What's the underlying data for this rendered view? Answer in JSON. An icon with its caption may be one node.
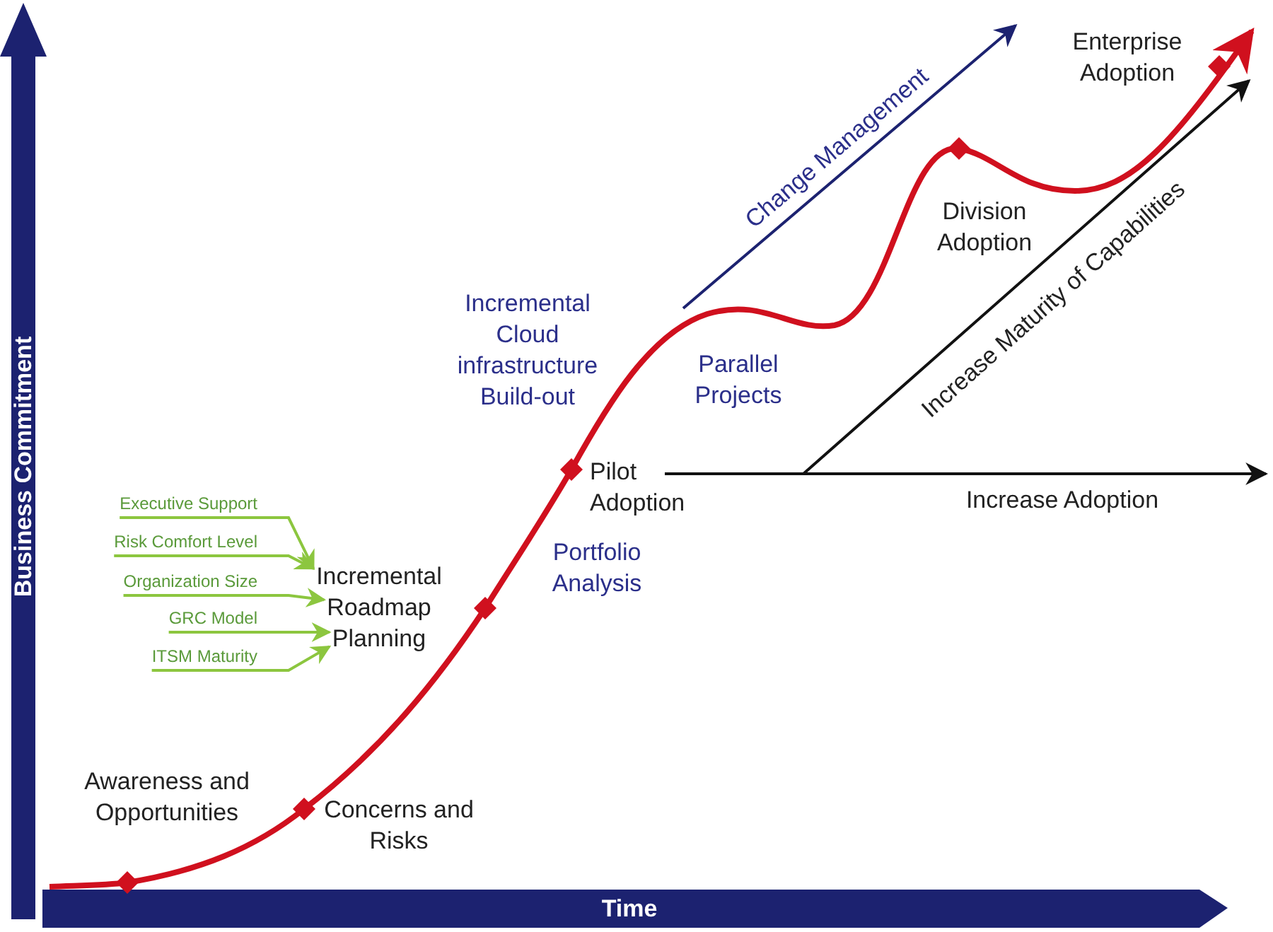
{
  "diagram": {
    "nodes": [
      {
        "text": [
          "Executive Support"
        ]
      },
      {
        "text": [
          "Risk Comfort Level"
        ]
      },
      {
        "text": [
          "Organization Size"
        ]
      },
      {
        "text": [
          "GRC Model"
        ]
      },
      {
        "text": [
          "ITSM Maturity"
        ]
      },
      {
        "text": [
          "Incremental Roadmap Planning"
        ]
      }
    ],
    "edges": [
      {
        "from": 0,
        "to": 5,
        "arrow": "to"
      },
      {
        "from": 1,
        "to": 5,
        "arrow": "to"
      },
      {
        "from": 2,
        "to": 5,
        "arrow": "to"
      },
      {
        "from": 3,
        "to": 5,
        "arrow": "to"
      },
      {
        "from": 4,
        "to": 5,
        "arrow": "to"
      }
    ],
    "labels": [
      "Enterprise Adoption",
      "Change Management",
      "Division Adoption",
      "Increase Maturity of Capabilities",
      "Incremental Cloud infrastructure Build-out",
      "Parallel Projects",
      "Business Commitment",
      "Pilot Adoption",
      "Increase Adoption",
      "Portfolio Analysis",
      "Awareness and Opportunities",
      "Concerns and Risks",
      "Time"
    ]
  }
}
